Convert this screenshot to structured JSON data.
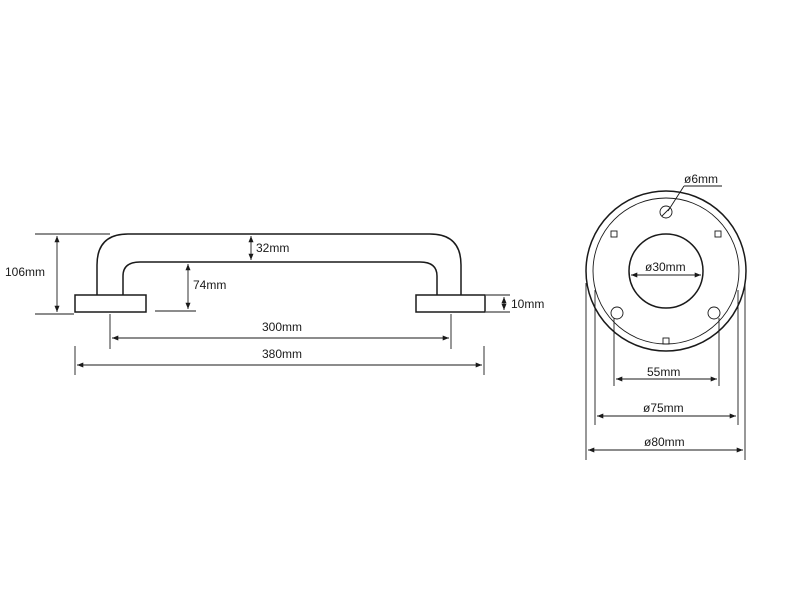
{
  "side_view": {
    "dimensions": {
      "height_total": "106mm",
      "tube_offset": "32mm",
      "inner_height": "74mm",
      "flange_thickness": "10mm",
      "centers": "300mm",
      "overall_length": "380mm"
    }
  },
  "front_view": {
    "dimensions": {
      "screw_hole": "ø6mm",
      "tube_diameter": "ø30mm",
      "hole_spacing": "55mm",
      "inner_diameter": "ø75mm",
      "outer_diameter": "ø80mm"
    }
  },
  "colors": {
    "line": "#1a1a1a",
    "background": "#ffffff"
  }
}
